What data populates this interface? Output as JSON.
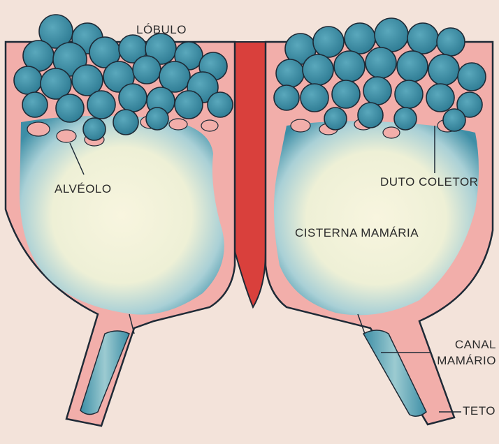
{
  "labels": {
    "lobulo": "LÓBULO",
    "alveolo": "ALVÉOLO",
    "duto_coletor": "DUTO COLETOR",
    "cisterna": "CISTERNA MAMÁRIA",
    "canal_1": "CANAL",
    "canal_2": "MAMÁRIO",
    "teto": "TETO"
  },
  "colors": {
    "background": "#f3e3da",
    "tissue": "#f2aeaa",
    "septum": "#d9403c",
    "outline": "#1e2a36",
    "gland_blue": "#3d8ea6",
    "cistern_light": "#f7f3dc"
  }
}
